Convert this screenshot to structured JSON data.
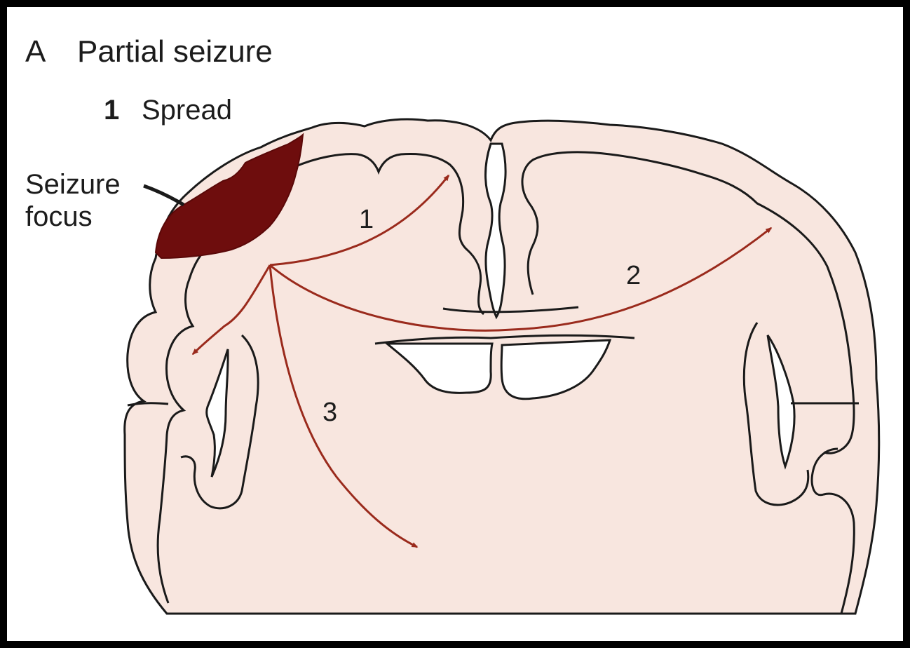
{
  "panel": {
    "letter": "A",
    "title": "Partial seizure",
    "subtitle_number": "1",
    "subtitle": "Spread"
  },
  "labels": {
    "focus_line1": "Seizure",
    "focus_line2": "focus",
    "path1": "1",
    "path2": "2",
    "path3": "3"
  },
  "colors": {
    "frame": "#000000",
    "background": "#ffffff",
    "tissue": "#f8e6df",
    "outline": "#1a1a1a",
    "focus": "#6e0d0d",
    "arrow": "#9a2a1c"
  }
}
